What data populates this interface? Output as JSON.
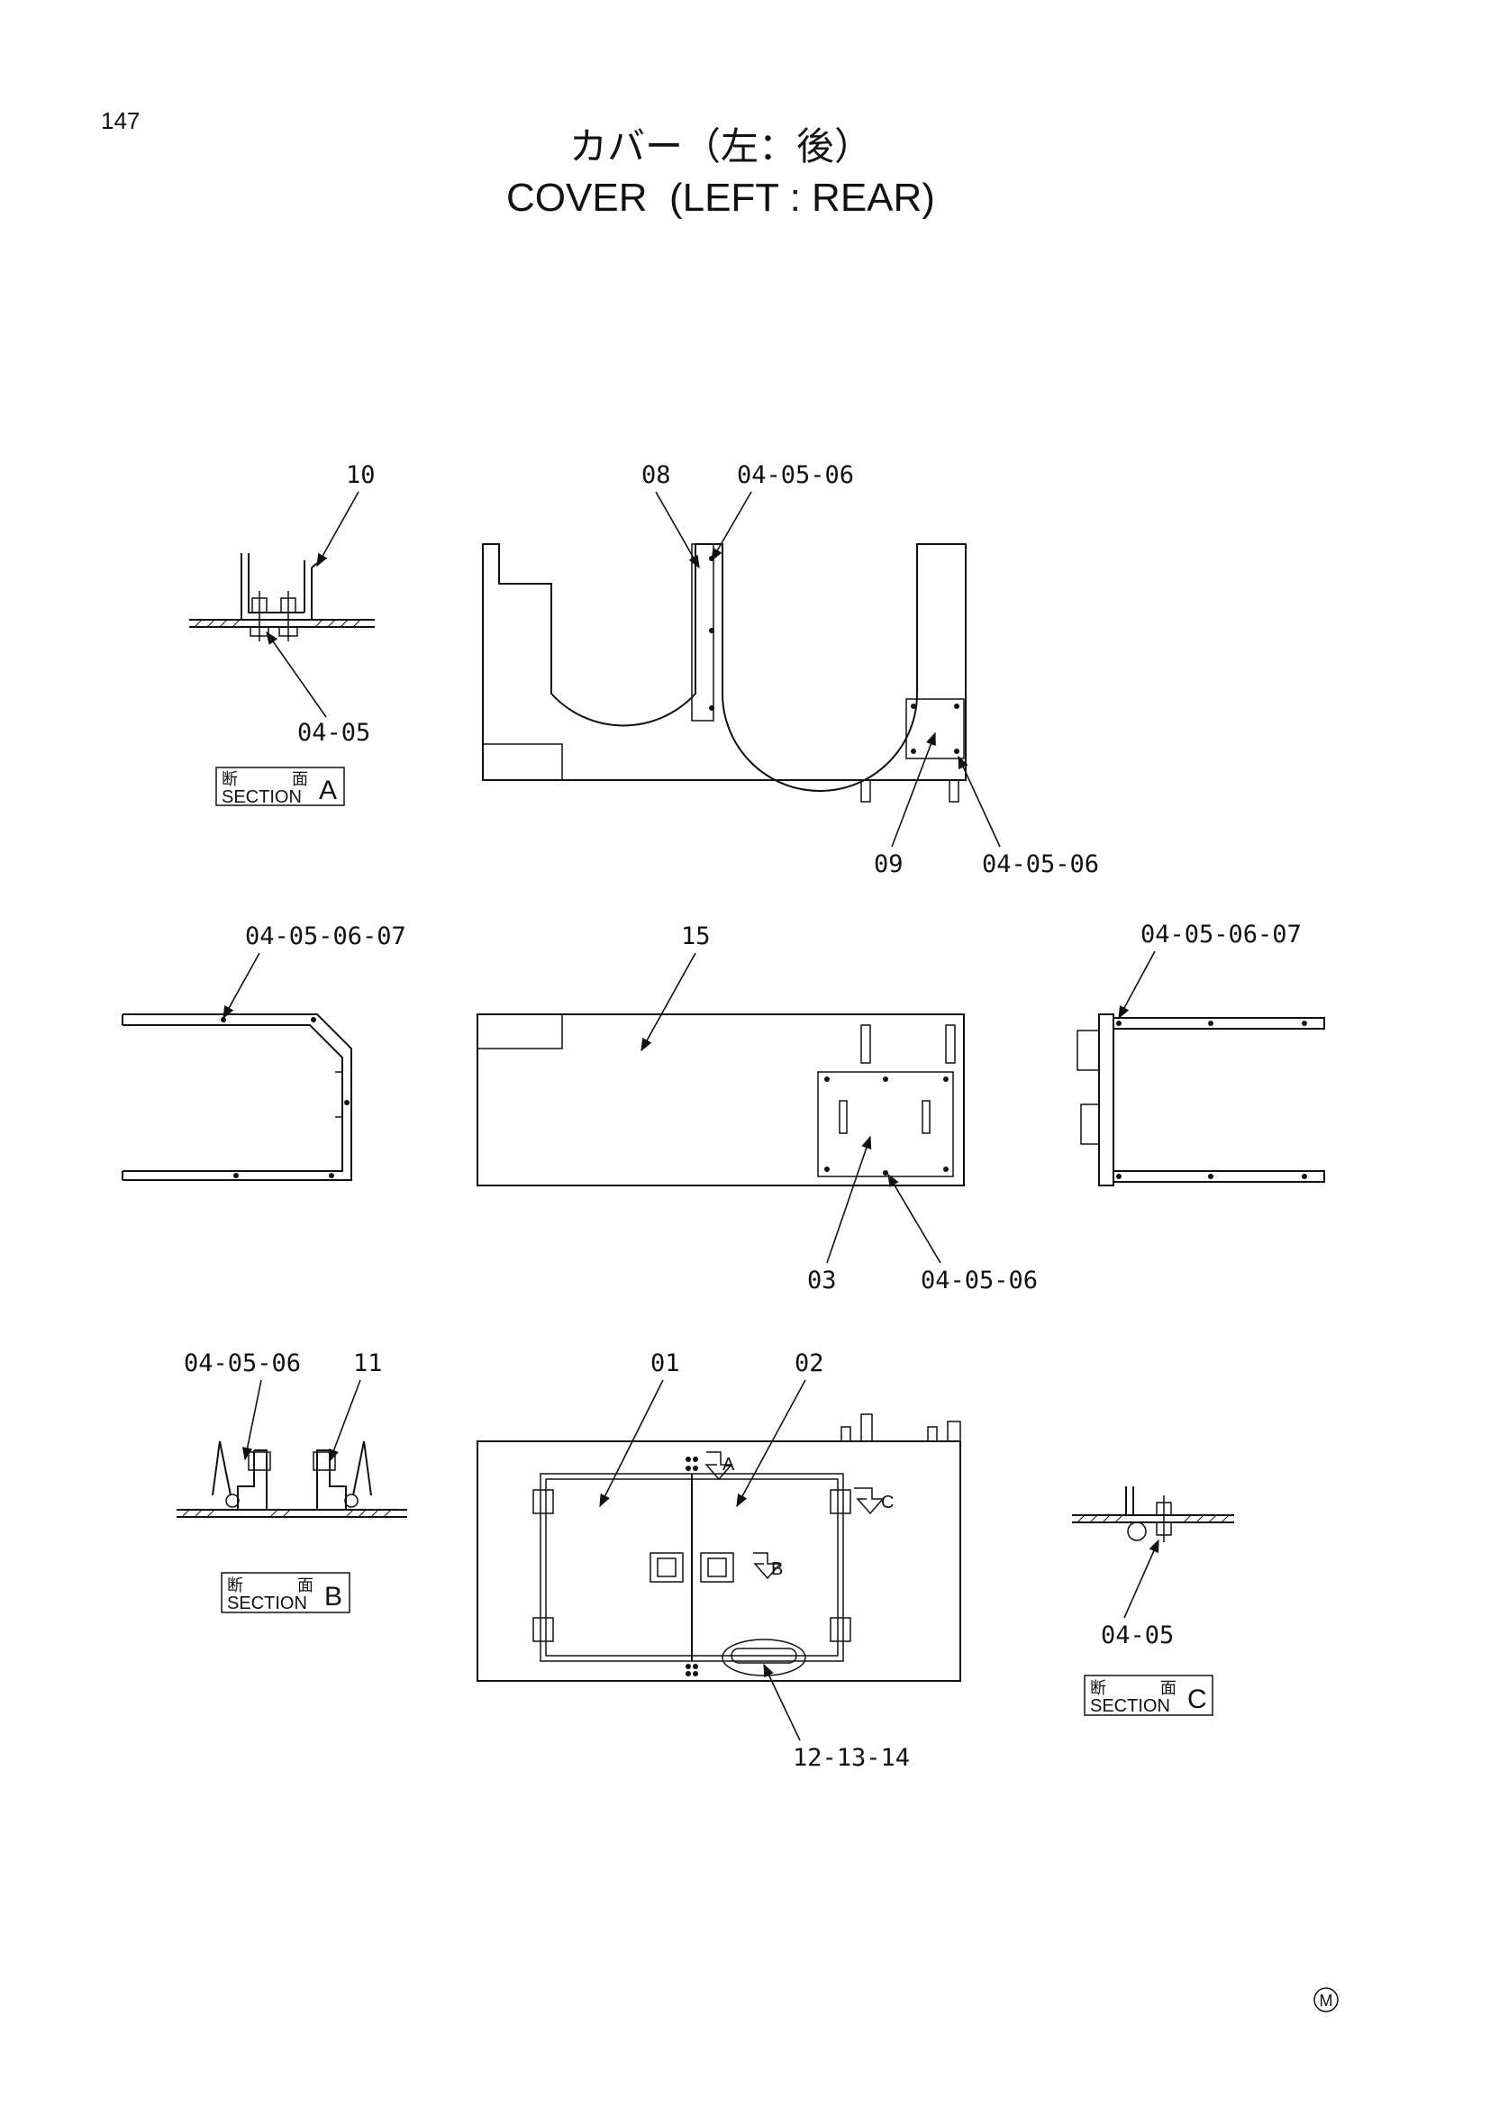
{
  "page": {
    "number": "147",
    "mark": "M"
  },
  "title": {
    "jp": "カバー（左：後）",
    "en": "COVER  (LEFT : REAR)"
  },
  "section_box": {
    "jp_left": "断",
    "jp_right": "面",
    "en": "SECTION"
  },
  "sections": [
    {
      "letter": "A"
    },
    {
      "letter": "B"
    },
    {
      "letter": "C"
    }
  ],
  "view_marks": {
    "a": "A",
    "b": "B",
    "c": "C"
  },
  "callouts": {
    "secA_top": "10",
    "secA_bottom": "04-05",
    "top_08": "08",
    "top_040506": "04-05-06",
    "top_09": "09",
    "top_040506_b": "04-05-06",
    "left_040506_07": "04-05-06-07",
    "mid_15": "15",
    "mid_03": "03",
    "mid_040506": "04-05-06",
    "right_040506_07": "04-05-06-07",
    "secB_040506": "04-05-06",
    "secB_11": "11",
    "bot_01": "01",
    "bot_02": "02",
    "bot_121314": "12-13-14",
    "secC_0405": "04-05"
  }
}
